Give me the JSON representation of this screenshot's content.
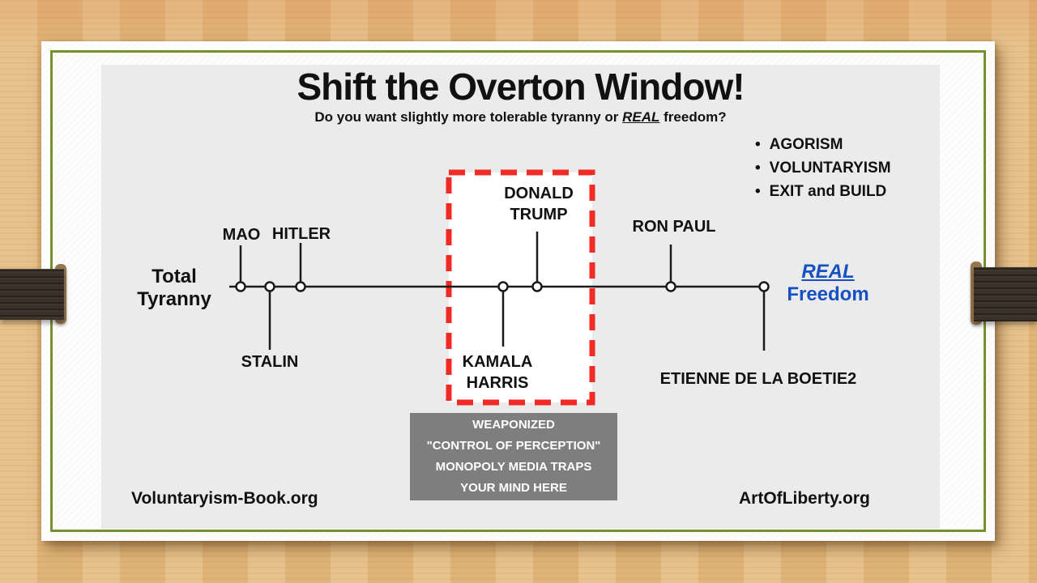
{
  "slide": {
    "title": "Shift the Overton Window!",
    "subtitle_pre": "Do you want slightly more tolerable tyranny or ",
    "subtitle_emphasis": "REAL",
    "subtitle_post": " freedom?",
    "bullet_glyph": "•",
    "bullets": [
      "AGORISM",
      "VOLUNTARYISM",
      "EXIT and BUILD"
    ],
    "footer_left": "Voluntaryism-Book.org",
    "footer_right": "ArtOfLiberty.org"
  },
  "spectrum": {
    "axis_min_label": "Total Tyranny",
    "axis_max_label_emphasis": "REAL",
    "axis_max_label_rest": "Freedom",
    "points": [
      {
        "label": "MAO",
        "position": "above"
      },
      {
        "label": "STALIN",
        "position": "below"
      },
      {
        "label": "HITLER",
        "position": "above"
      },
      {
        "label": "KAMALA HARRIS",
        "position": "below"
      },
      {
        "label": "DONALD TRUMP",
        "position": "above"
      },
      {
        "label": "RON PAUL",
        "position": "above"
      },
      {
        "label": "ETIENNE DE LA BOETIE2",
        "position": "below"
      }
    ],
    "overton_window_note": {
      "lines": [
        "WEAPONIZED",
        "\"CONTROL OF PERCEPTION\"",
        "MONOPOLY MEDIA TRAPS",
        "YOUR MIND HERE"
      ]
    }
  },
  "colors": {
    "wood": "#e4ba80",
    "card": "#fdfdfd",
    "frame_green": "#75912c",
    "content_bg": "#ebebeb",
    "ink": "#111111",
    "axis": "#1a1a1a",
    "window_red": "#ee2b24",
    "freedom_blue": "#1750c2",
    "note_bg": "#7e7e7e",
    "note_text": "#ffffff",
    "strap": "#3a3128",
    "strap_cap": "#97764c"
  }
}
